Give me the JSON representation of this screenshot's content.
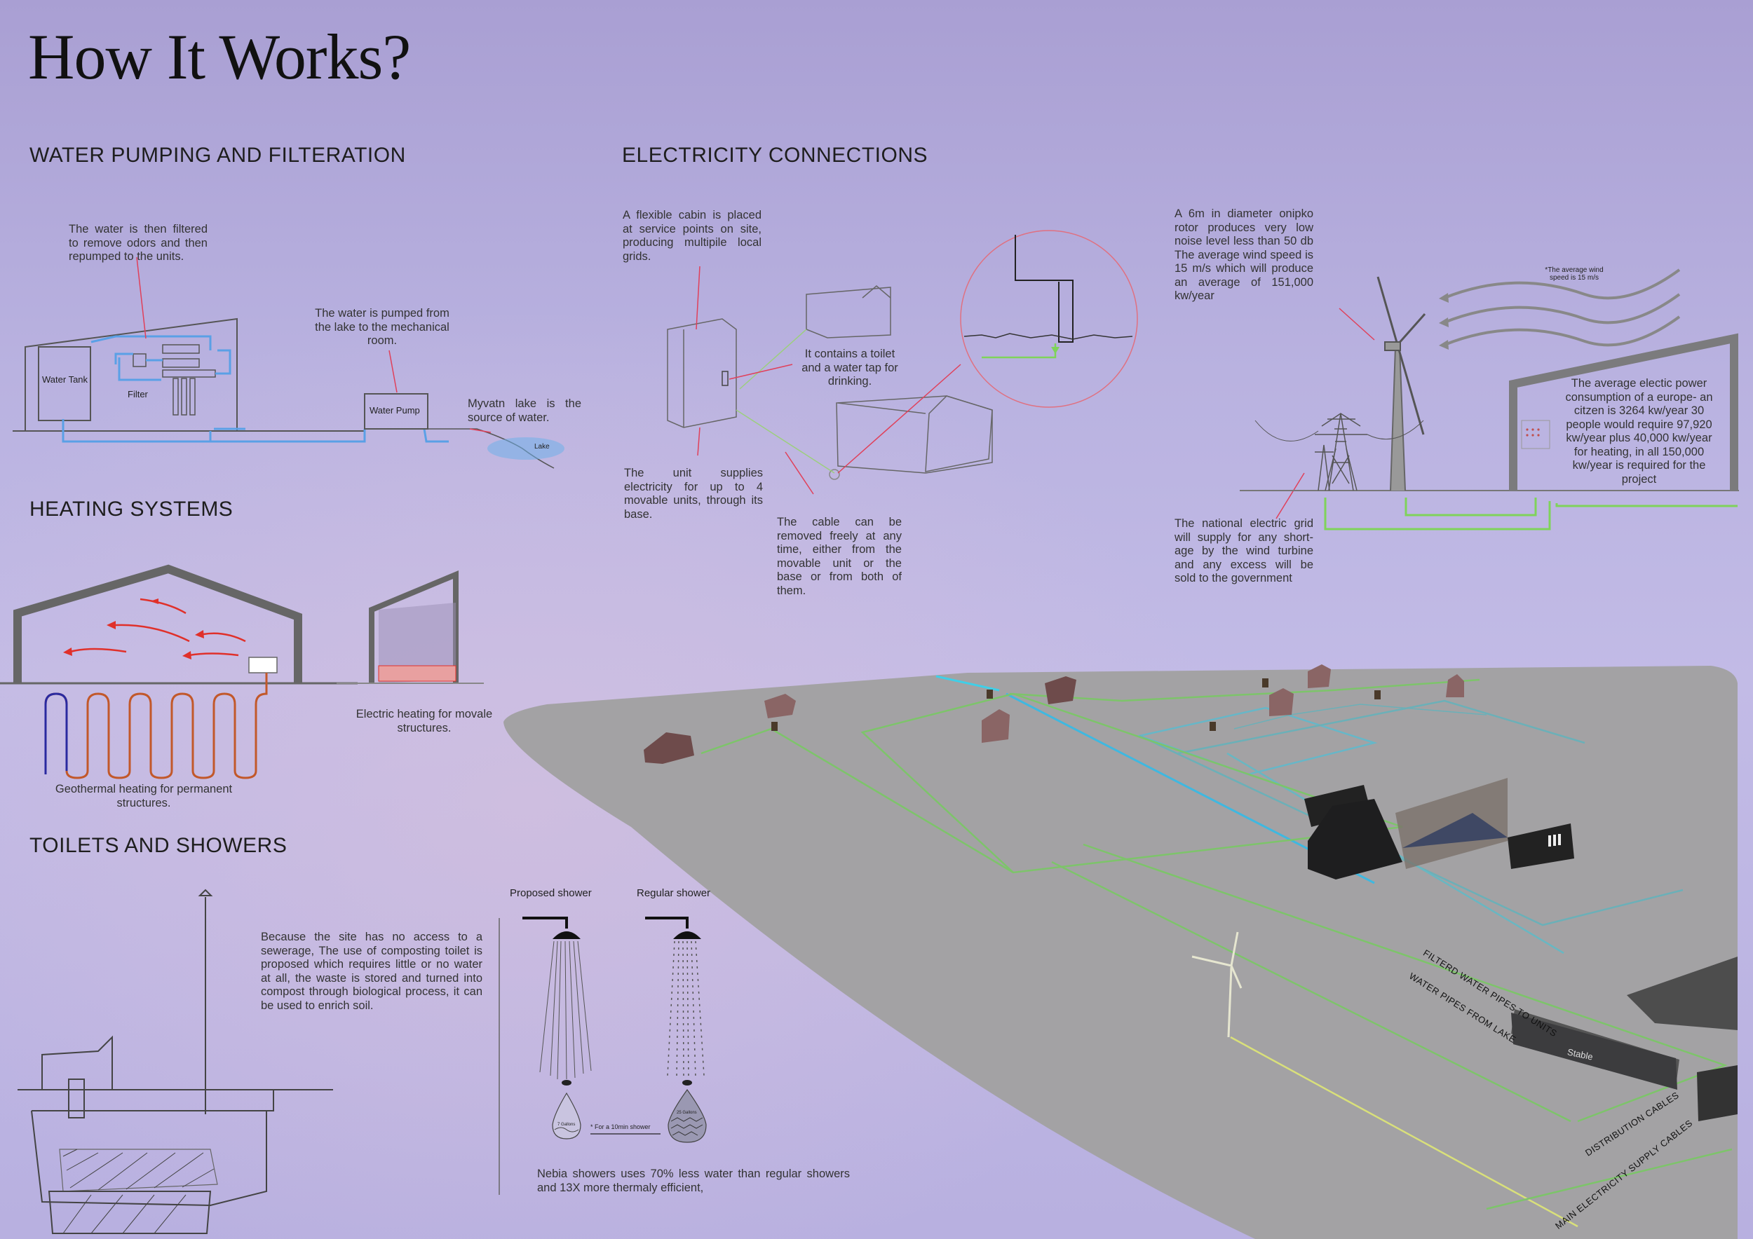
{
  "title": "How It Works?",
  "sections": {
    "water": "WATER PUMPING AND FILTERATION",
    "electricity": "ELECTRICITY CONNECTIONS",
    "heating": "HEATING SYSTEMS",
    "toilets": "TOILETS AND SHOWERS"
  },
  "water": {
    "filter_note": "The water is then filtered to remove odors and then repumped to the units.",
    "pump_note": "The water is pumped from the lake to the mechanical room.",
    "lake_note": "Myvatn lake is the source of water.",
    "water_tank": "Water Tank",
    "filter": "Filter",
    "water_pump": "Water Pump",
    "lake": "Lake"
  },
  "electricity": {
    "cabin_note": "A flexible cabin is placed at service points on site, producing multipile local grids.",
    "toilet_note": "It contains a toilet and a water tap for drinking.",
    "unit_note": "The unit supplies electricity for up to 4 movable units, through its base.",
    "cable_note": "The cable can be removed freely at any time, either from the movable unit or the base or from both of them.",
    "rotor_note": "A 6m in diameter onipko rotor produces very low noise level less than 50 db The average wind speed is 15 m/s which will produce an average of 151,000 kw/year",
    "wind_note": "*The average wind speed is 15 m/s",
    "consumption_note": "The average electic power consumption of a europe- an citzen is 3264 kw/year 30 people would require 97,920 kw/year plus 40,000 kw/year for heating, in all 150,000 kw/year is required for the project",
    "grid_note": "The national electric grid will supply for any short- age by the wind turbine and any excess will be sold to the government"
  },
  "heating": {
    "geothermal": "Geothermal heating for permanent structures.",
    "electric": "Electric heating for movale structures."
  },
  "toilets": {
    "compost_note": "Because the site has no access to a sewerage, The use of composting toilet is proposed which requires little or no water at all, the waste is stored and turned into compost through biological process, it can be used to enrich soil.",
    "proposed_shower": "Proposed shower",
    "regular_shower": "Regular shower",
    "proposed_gal": "7 Gallons",
    "regular_gal": "25 Gallons",
    "per_shower": "* For a 10min shower",
    "nebia_note": "Nebia showers uses 70% less water than regular showers and 13X more thermaly efficient,"
  },
  "site": {
    "filtered_pipes": "FILTERD WATER PIPES TO UNITS",
    "lake_pipes": "WATER PIPES FROM LAKE",
    "distribution": "DISTRIBUTION CABLES",
    "main_supply": "MAIN ELECTRICITY SUPPLY CABLES",
    "stable": "Stable"
  },
  "colors": {
    "water_pipe": "#5aa0e6",
    "electric_line": "#7fd35a",
    "heat_arrow": "#e0302a",
    "annotation_line": "#e0405a",
    "ground": "#a3a2a4"
  }
}
